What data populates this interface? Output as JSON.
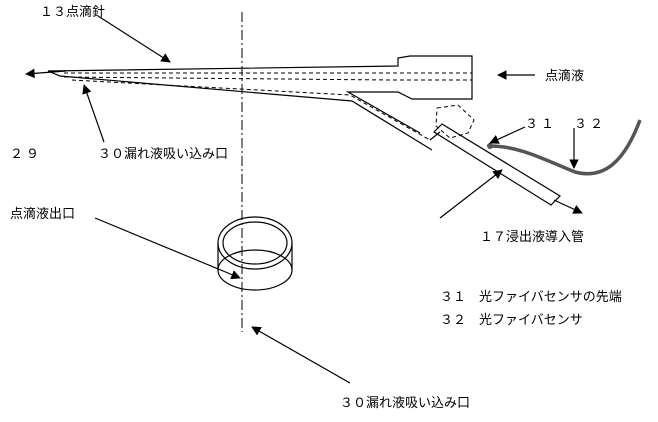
{
  "labels": {
    "needle": "１３点滴針",
    "drip_fluid": "点滴液",
    "ref_29": "２９",
    "leak_inlet_upper": "３０漏れ液吸い込み口",
    "ref_31": "３１",
    "ref_32": "３２",
    "drip_outlet": "点滴液出口",
    "leak_intro_tube": "１７浸出液導入管",
    "legend_31": "３１　光ファイバセンサの先端",
    "legend_32": "３２　光ファイバセンサ",
    "leak_inlet_lower": "３０漏れ液吸い込み口"
  }
}
